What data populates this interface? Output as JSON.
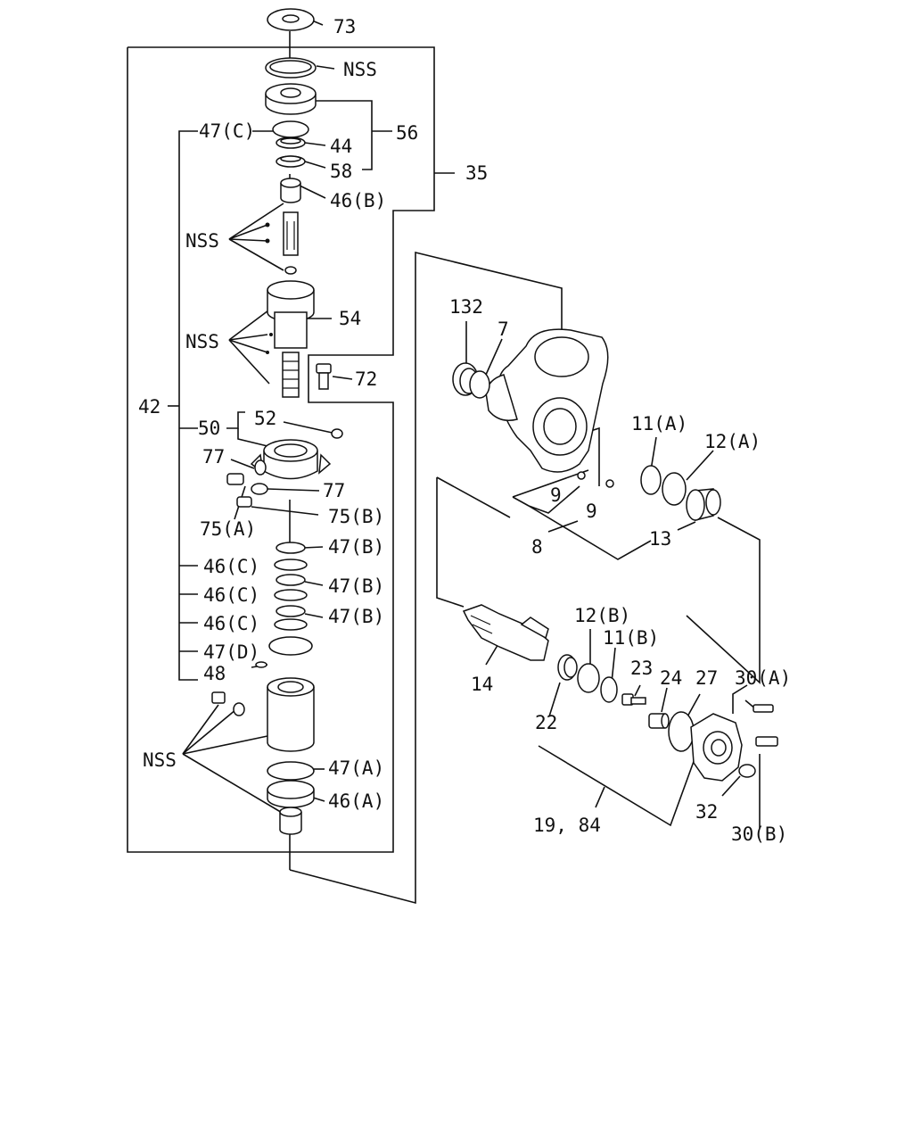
{
  "diagram": {
    "labels": {
      "l73": "73",
      "nss_top": "NSS",
      "l56": "56",
      "l47c": "47(C)",
      "l44": "44",
      "l58": "58",
      "l35": "35",
      "l46b": "46(B)",
      "nss_a": "NSS",
      "nss_b": "NSS",
      "l54": "54",
      "l72": "72",
      "l42": "42",
      "l50": "50",
      "l52": "52",
      "l77a": "77",
      "l77b": "77",
      "l75b": "75(B)",
      "l75a": "75(A)",
      "l47b1": "47(B)",
      "l46c1": "46(C)",
      "l47b2": "47(B)",
      "l46c2": "46(C)",
      "l47b3": "47(B)",
      "l46c3": "46(C)",
      "l47d": "47(D)",
      "l48": "48",
      "nss_c": "NSS",
      "l47a": "47(A)",
      "l46a": "46(A)",
      "l132": "132",
      "l7": "7",
      "l11a": "11(A)",
      "l12a": "12(A)",
      "l9a": "9",
      "l9b": "9",
      "l8": "8",
      "l13": "13",
      "l12b": "12(B)",
      "l11b": "11(B)",
      "l14": "14",
      "l23": "23",
      "l24": "24",
      "l27": "27",
      "l30a": "30(A)",
      "l22": "22",
      "l32": "32",
      "l30b": "30(B)",
      "l1984": "19, 84"
    }
  }
}
